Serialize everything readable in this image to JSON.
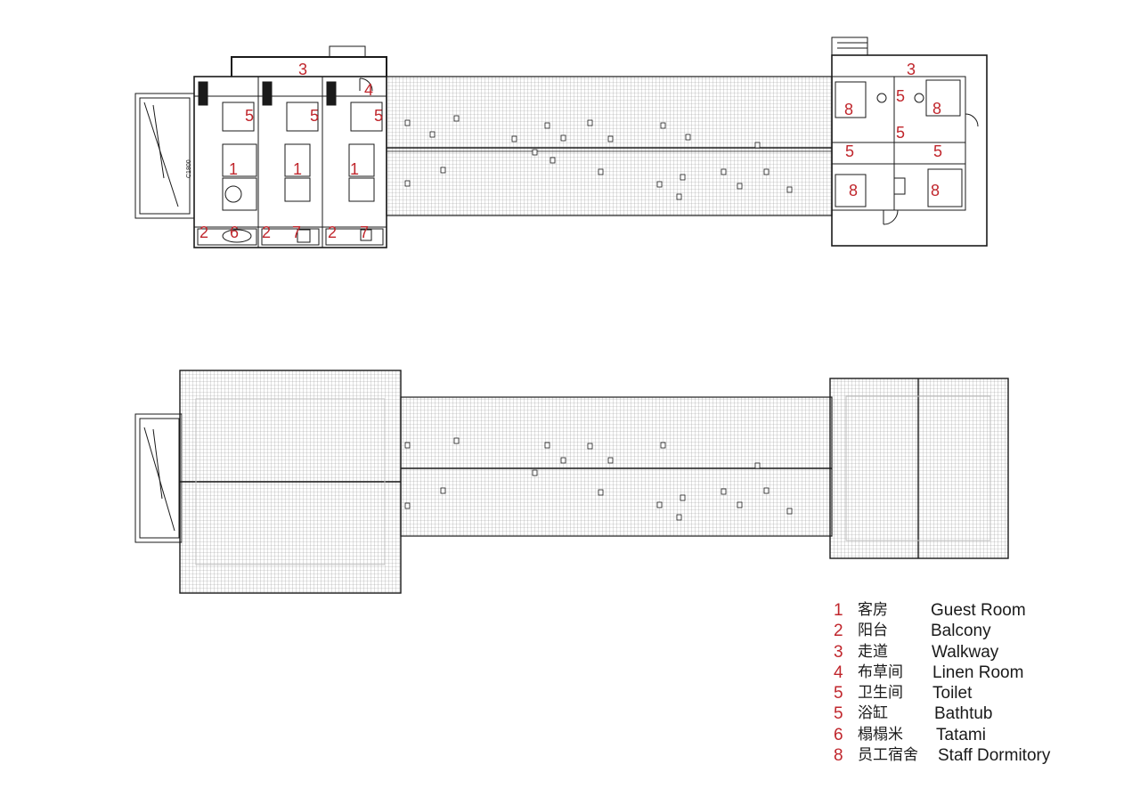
{
  "colors": {
    "line": "#1a1a1a",
    "tile": "#9a9a9a",
    "label": "#c0262c",
    "background": "#ffffff"
  },
  "drawing_note_text": "C1800",
  "upper_plan": {
    "labels": [
      {
        "id": "walkway-left",
        "text": "3"
      },
      {
        "id": "linen-room",
        "text": "4"
      },
      {
        "id": "toilet-a",
        "text": "5"
      },
      {
        "id": "toilet-b",
        "text": "5"
      },
      {
        "id": "toilet-c",
        "text": "5"
      },
      {
        "id": "guest-room-a",
        "text": "1"
      },
      {
        "id": "guest-room-b",
        "text": "1"
      },
      {
        "id": "guest-room-c",
        "text": "1"
      },
      {
        "id": "balcony-a",
        "text": "2"
      },
      {
        "id": "tatami",
        "text": "6"
      },
      {
        "id": "balcony-b",
        "text": "2"
      },
      {
        "id": "bathtub-b",
        "text": "7"
      },
      {
        "id": "balcony-c",
        "text": "2"
      },
      {
        "id": "bathtub-c",
        "text": "7"
      },
      {
        "id": "walkway-right",
        "text": "3"
      },
      {
        "id": "staff-dorm-a",
        "text": "8"
      },
      {
        "id": "staff-toilet-a",
        "text": "5"
      },
      {
        "id": "staff-dorm-b",
        "text": "8"
      },
      {
        "id": "staff-toilet-b",
        "text": "5"
      },
      {
        "id": "staff-toilet-c",
        "text": "5"
      },
      {
        "id": "staff-toilet-d",
        "text": "5"
      },
      {
        "id": "staff-dorm-c",
        "text": "8"
      },
      {
        "id": "staff-dorm-d",
        "text": "8"
      }
    ]
  },
  "legend": [
    {
      "num": "1",
      "zh": "客房",
      "en": "Guest Room"
    },
    {
      "num": "2",
      "zh": "阳台",
      "en": "Balcony"
    },
    {
      "num": "3",
      "zh": "走道",
      "en": "Walkway"
    },
    {
      "num": "4",
      "zh": "布草间",
      "en": "Linen Room"
    },
    {
      "num": "5",
      "zh": "卫生间",
      "en": "Toilet"
    },
    {
      "num": "5",
      "zh": "浴缸",
      "en": "Bathtub"
    },
    {
      "num": "6",
      "zh": "榻榻米",
      "en": "Tatami"
    },
    {
      "num": "8",
      "zh": "员工宿舍",
      "en": "Staff Dormitory"
    }
  ]
}
